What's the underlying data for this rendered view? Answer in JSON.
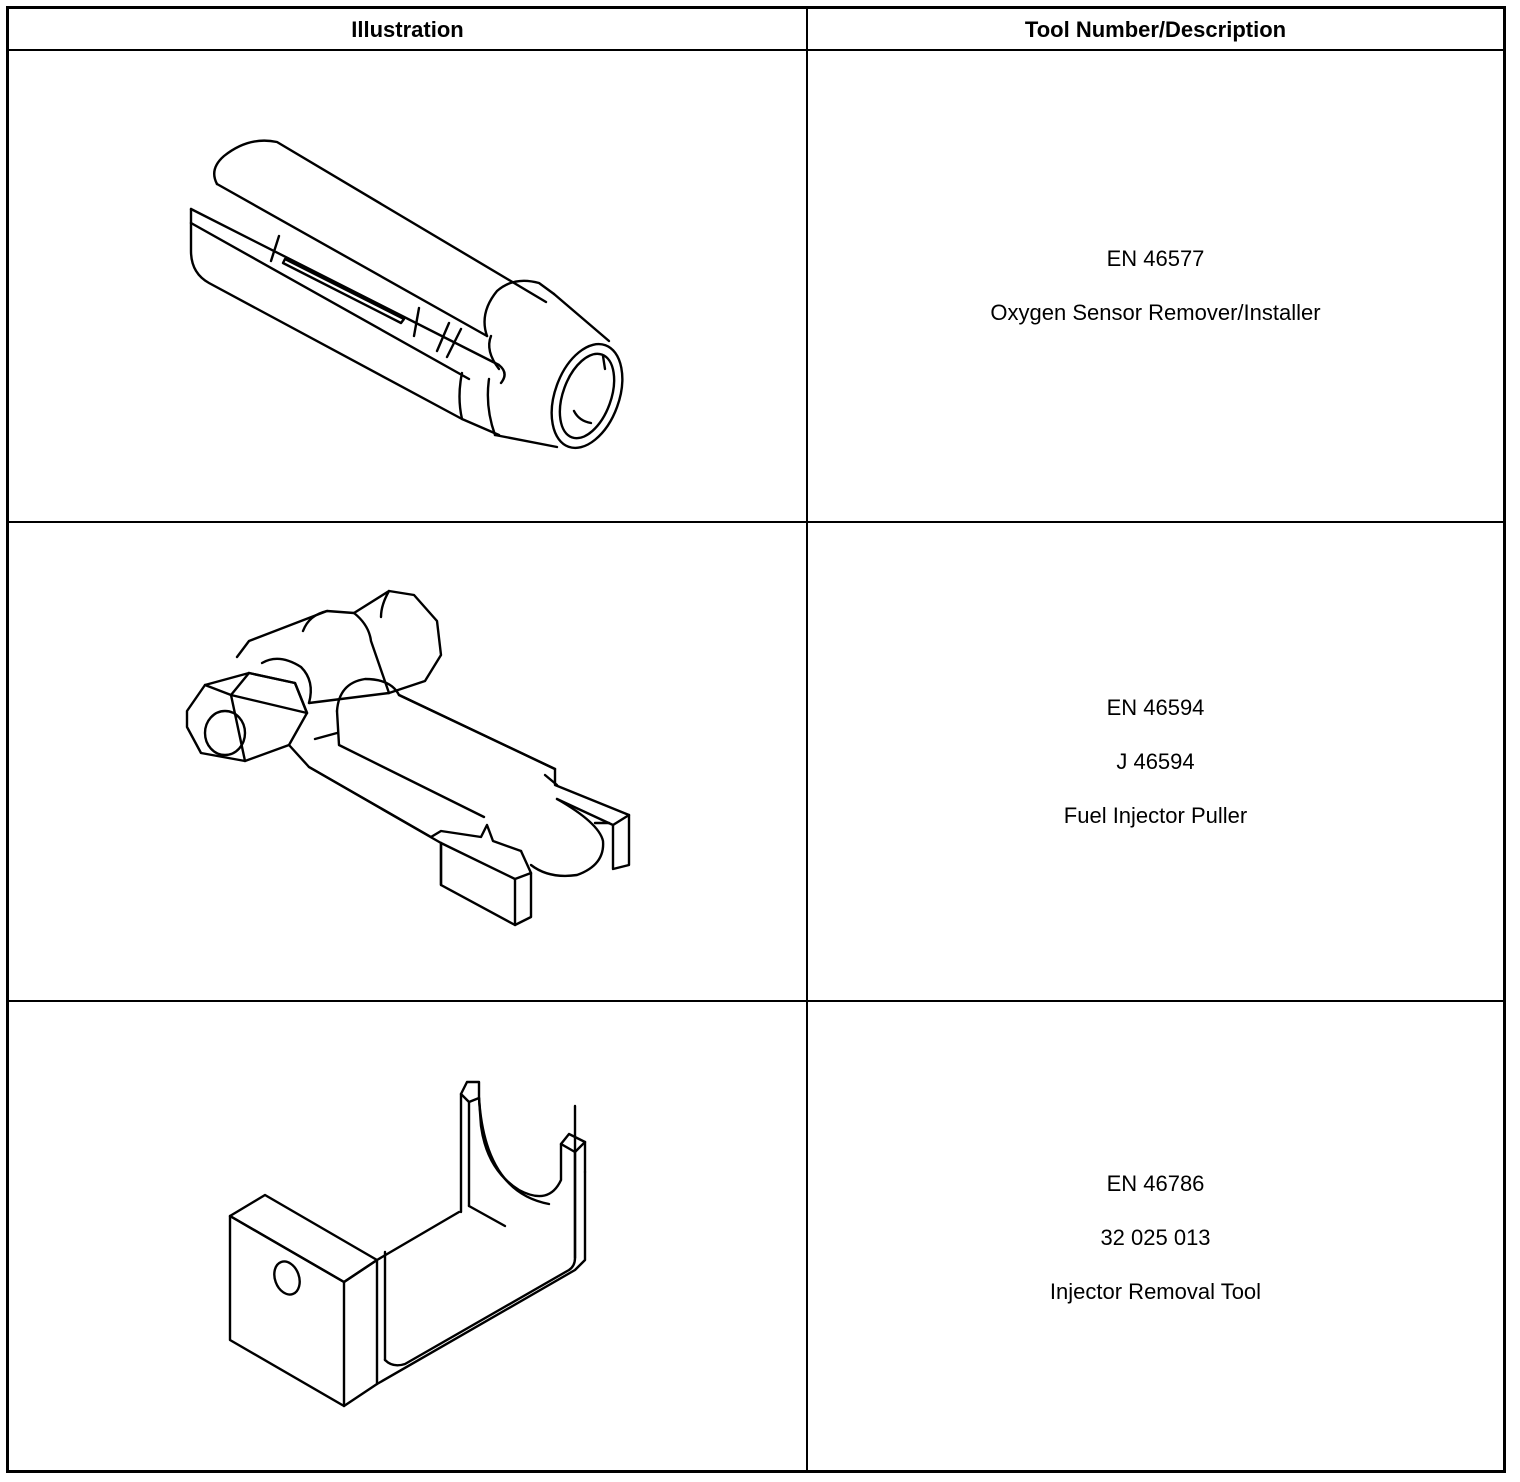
{
  "table": {
    "headers": {
      "illustration": "Illustration",
      "tool": "Tool Number/Description"
    },
    "rows": [
      {
        "illustration_icon": "oxygen-sensor-socket-drawing",
        "lines": [
          "EN 46577",
          "Oxygen Sensor Remover/Installer"
        ]
      },
      {
        "illustration_icon": "fuel-injector-puller-drawing",
        "lines": [
          "EN 46594",
          "J 46594",
          "Fuel Injector Puller"
        ]
      },
      {
        "illustration_icon": "injector-removal-tool-drawing",
        "lines": [
          "EN 46786",
          "32 025 013",
          "Injector Removal Tool"
        ]
      }
    ]
  }
}
